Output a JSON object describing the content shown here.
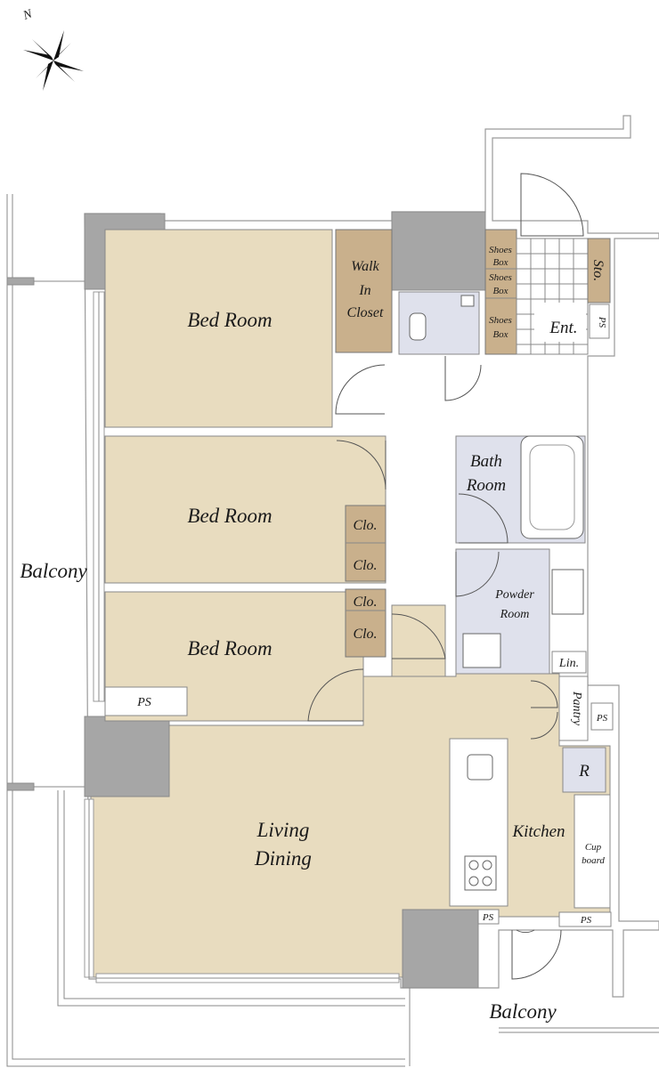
{
  "rooms": {
    "bedroom_1": "Bed Room",
    "bedroom_2": "Bed Room",
    "bedroom_3": "Bed Room",
    "walk_in_closet": [
      "Walk",
      "In",
      "Closet"
    ],
    "shoes_box_1": [
      "Shoes",
      "Box"
    ],
    "shoes_box_2": [
      "Shoes",
      "Box"
    ],
    "shoes_box_3": [
      "Shoes",
      "Box"
    ],
    "storage": "Sto.",
    "entrance": "Ent.",
    "ps_entrance": "PS",
    "bath_room": [
      "Bath",
      "Room"
    ],
    "powder_room": [
      "Powder",
      "Room"
    ],
    "closet_1": "Clo.",
    "closet_2": "Clo.",
    "closet_3": "Clo.",
    "closet_4": "Clo.",
    "linen": "Lin.",
    "pantry": "Pantry",
    "ps_pantry": "PS",
    "refrigerator": "R",
    "ps_bedroom": "PS",
    "living_dining": [
      "Living",
      "Dining"
    ],
    "kitchen": "Kitchen",
    "cupboard": [
      "Cup",
      "board"
    ],
    "ps_kitchen": "PS",
    "ps_kitchen_right": "PS",
    "balcony_west": "Balcony",
    "balcony_south": "Balcony"
  },
  "compass": {
    "north_label": "N"
  },
  "colors": {
    "living_floor": "#e8dcbf",
    "closet_floor": "#c9b08c",
    "wet_area": "#dfe1ec",
    "column": "#a6a6a6"
  }
}
